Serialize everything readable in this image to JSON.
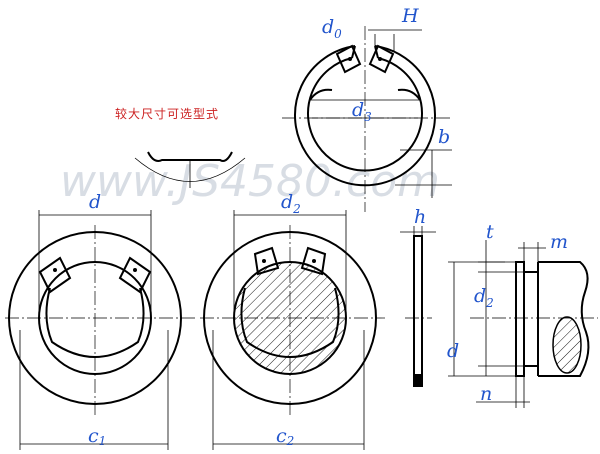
{
  "labels": {
    "d0": {
      "main": "d",
      "sub": "0"
    },
    "H": "H",
    "d3": {
      "main": "d",
      "sub": "3"
    },
    "b": "b",
    "d_left": "d",
    "d2_mid": {
      "main": "d",
      "sub": "2"
    },
    "h": "h",
    "t": "t",
    "m": "m",
    "d2_right": {
      "main": "d",
      "sub": "2"
    },
    "d_right": "d",
    "n": "n",
    "c1": {
      "main": "c",
      "sub": "1"
    },
    "c2": {
      "main": "c",
      "sub": "2"
    }
  },
  "note": "较大尺寸可选型式",
  "watermark": "www.JS4580.com"
}
